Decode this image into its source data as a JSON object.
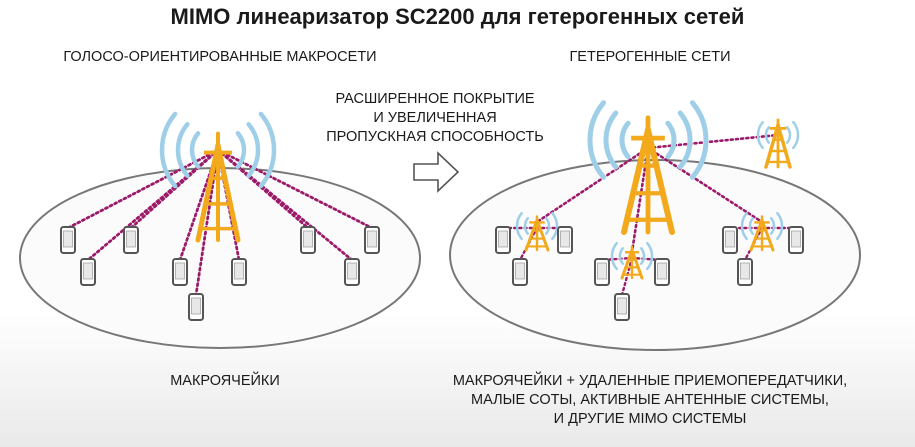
{
  "title": "MIMO линеаризатор SC2200 для гетерогенных сетей",
  "left": {
    "heading": "ГОЛОСО-ОРИЕНТИРОВАННЫЕ МАКРОСЕТИ",
    "caption": "МАКРОЯЧЕЙКИ"
  },
  "middle": {
    "line1": "РАСШИРЕННОЕ ПОКРЫТИЕ",
    "line2": "И УВЕЛИЧЕННАЯ",
    "line3": "ПРОПУСКНАЯ СПОСОБНОСТЬ"
  },
  "right": {
    "heading": "ГЕТЕРОГЕННЫЕ СЕТИ",
    "caption1": "МАКРОЯЧЕЙКИ + УДАЛЕННЫЕ ПРИЕМОПЕРЕДАТЧИКИ,",
    "caption2": "МАЛЫЕ СОТЫ, АКТИВНЫЕ АНТЕННЫЕ СИСТЕМЫ,",
    "caption3": "И ДРУГИЕ MIMO СИСТЕМЫ"
  },
  "colors": {
    "tower": "#f2a91c",
    "link": "#9b1a6a",
    "wave": "#9fcfe8",
    "ellipse": "#777777",
    "phone": "#555555"
  }
}
